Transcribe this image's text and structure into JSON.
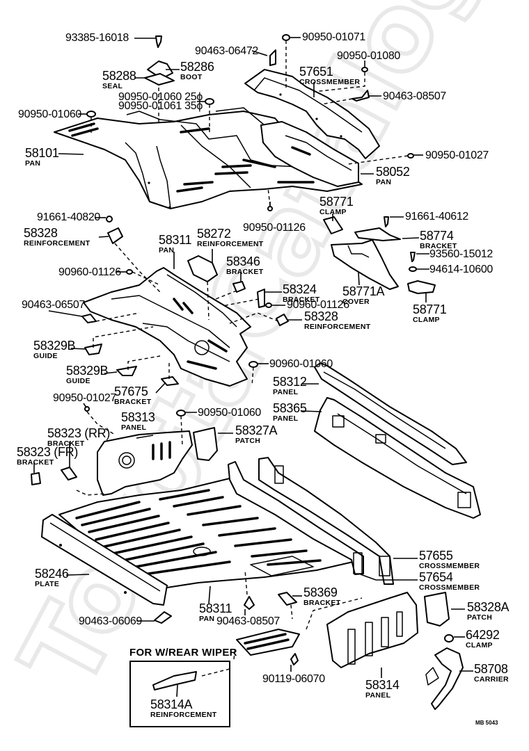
{
  "diagram": {
    "title_group": "FOR  W/REAR WIPER",
    "drawing_code": "MB 5043",
    "watermark": "ToyotaCatalogue.ru",
    "callouts": [
      {
        "id": "c-93385-16018",
        "part_no": "93385-16018",
        "name": ""
      },
      {
        "id": "c-90463-06472",
        "part_no": "90463-06472",
        "name": ""
      },
      {
        "id": "c-90950-01071",
        "part_no": "90950-01071",
        "name": ""
      },
      {
        "id": "c-90950-01080",
        "part_no": "90950-01080",
        "name": ""
      },
      {
        "id": "c-58286",
        "part_no": "58286",
        "name": "BOOT"
      },
      {
        "id": "c-58288",
        "part_no": "58288",
        "name": "SEAL"
      },
      {
        "id": "c-57651",
        "part_no": "57651",
        "name": "CROSSMEMBER"
      },
      {
        "id": "c-90463-08507-top",
        "part_no": "90463-08507",
        "name": ""
      },
      {
        "id": "c-90950-01060-25",
        "part_no": "90950-01060 25ϕ",
        "name": ""
      },
      {
        "id": "c-90950-01061-35",
        "part_no": "90950-01061 35ϕ",
        "name": ""
      },
      {
        "id": "c-90950-01060-left",
        "part_no": "90950-01060",
        "name": ""
      },
      {
        "id": "c-58101",
        "part_no": "58101",
        "name": "PAN"
      },
      {
        "id": "c-90950-01027-top",
        "part_no": "90950-01027",
        "name": ""
      },
      {
        "id": "c-58052",
        "part_no": "58052",
        "name": "PAN"
      },
      {
        "id": "c-58771-clamp-top",
        "part_no": "58771",
        "name": "CLAMP"
      },
      {
        "id": "c-91661-40820",
        "part_no": "91661-40820",
        "name": ""
      },
      {
        "id": "c-91661-40612",
        "part_no": "91661-40612",
        "name": ""
      },
      {
        "id": "c-90950-01126-top",
        "part_no": "90950-01126",
        "name": ""
      },
      {
        "id": "c-58328-left",
        "part_no": "58328",
        "name": "REINFORCEMENT"
      },
      {
        "id": "c-58311-upper",
        "part_no": "58311",
        "name": "PAN"
      },
      {
        "id": "c-58272",
        "part_no": "58272",
        "name": "REINFORCEMENT"
      },
      {
        "id": "c-58774",
        "part_no": "58774",
        "name": "BRACKET"
      },
      {
        "id": "c-93560-15012",
        "part_no": "93560-15012",
        "name": ""
      },
      {
        "id": "c-94614-10600",
        "part_no": "94614-10600",
        "name": ""
      },
      {
        "id": "c-58346",
        "part_no": "58346",
        "name": "BRACKET"
      },
      {
        "id": "c-90960-01126-left",
        "part_no": "90960-01126",
        "name": ""
      },
      {
        "id": "c-58324",
        "part_no": "58324",
        "name": "BRACKET"
      },
      {
        "id": "c-58771A",
        "part_no": "58771A",
        "name": "COVER"
      },
      {
        "id": "c-58771-clamp-right",
        "part_no": "58771",
        "name": "CLAMP"
      },
      {
        "id": "c-90463-06507",
        "part_no": "90463-06507",
        "name": ""
      },
      {
        "id": "c-90960-01126-center",
        "part_no": "90960-01126",
        "name": ""
      },
      {
        "id": "c-58328-center",
        "part_no": "58328",
        "name": "REINFORCEMENT"
      },
      {
        "id": "c-58329B-1",
        "part_no": "58329B",
        "name": "GUIDE"
      },
      {
        "id": "c-58329B-2",
        "part_no": "58329B",
        "name": "GUIDE"
      },
      {
        "id": "c-90960-01060-mid",
        "part_no": "90960-01060",
        "name": ""
      },
      {
        "id": "c-58312",
        "part_no": "58312",
        "name": "PANEL"
      },
      {
        "id": "c-57675",
        "part_no": "57675",
        "name": "BRACKET"
      },
      {
        "id": "c-90950-01027-left",
        "part_no": "90950-01027",
        "name": ""
      },
      {
        "id": "c-58365",
        "part_no": "58365",
        "name": "PANEL"
      },
      {
        "id": "c-58313",
        "part_no": "58313",
        "name": "PANEL"
      },
      {
        "id": "c-90950-01060-mid2",
        "part_no": "90950-01060",
        "name": ""
      },
      {
        "id": "c-58327A",
        "part_no": "58327A",
        "name": "PATCH"
      },
      {
        "id": "c-58323-rr",
        "part_no": "58323 (RR)",
        "name": "BRACKET"
      },
      {
        "id": "c-58323-fr",
        "part_no": "58323 (FR)",
        "name": "BRACKET"
      },
      {
        "id": "c-57655",
        "part_no": "57655",
        "name": "CROSSMEMBER"
      },
      {
        "id": "c-58246",
        "part_no": "58246",
        "name": "PLATE"
      },
      {
        "id": "c-57654",
        "part_no": "57654",
        "name": "CROSSMEMBER"
      },
      {
        "id": "c-58311-lower",
        "part_no": "58311",
        "name": "PAN"
      },
      {
        "id": "c-58369",
        "part_no": "58369",
        "name": "BRACKET"
      },
      {
        "id": "c-58328A",
        "part_no": "58328A",
        "name": "PATCH"
      },
      {
        "id": "c-90463-06069",
        "part_no": "90463-06069",
        "name": ""
      },
      {
        "id": "c-90463-08507-bottom",
        "part_no": "90463-08507",
        "name": ""
      },
      {
        "id": "c-64292",
        "part_no": "64292",
        "name": "CLAMP"
      },
      {
        "id": "c-90119-06070",
        "part_no": "90119-06070",
        "name": ""
      },
      {
        "id": "c-58708",
        "part_no": "58708",
        "name": "CARRIER"
      },
      {
        "id": "c-58314",
        "part_no": "58314",
        "name": "PANEL"
      },
      {
        "id": "c-58314A",
        "part_no": "58314A",
        "name": "REINFORCEMENT"
      }
    ]
  }
}
